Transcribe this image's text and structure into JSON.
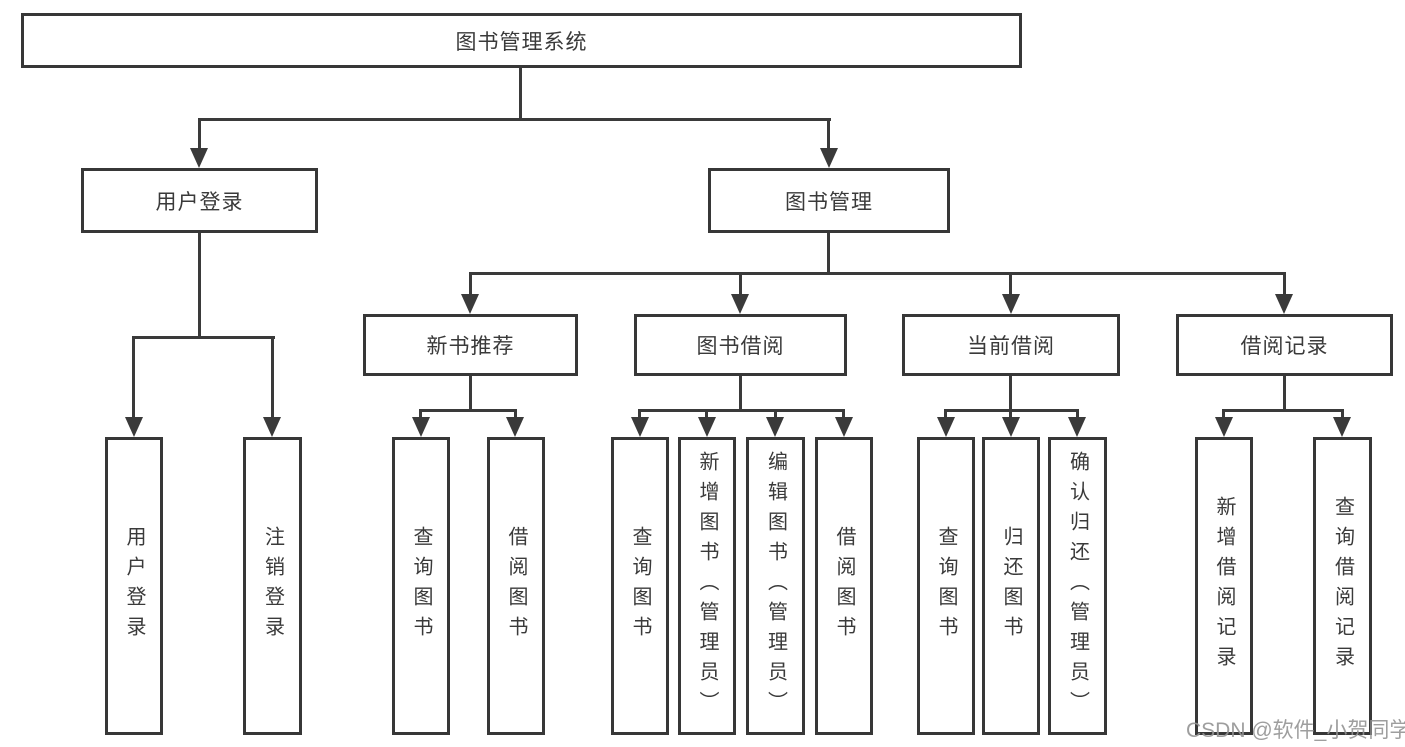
{
  "diagram": {
    "root": {
      "label": "图书管理系统"
    },
    "level2": [
      {
        "label": "用户登录"
      },
      {
        "label": "图书管理"
      }
    ],
    "level3": [
      {
        "label": "新书推荐"
      },
      {
        "label": "图书借阅"
      },
      {
        "label": "当前借阅"
      },
      {
        "label": "借阅记录"
      }
    ],
    "leaves": {
      "user_login": [
        "用户登录",
        "注销登录"
      ],
      "new_book": [
        "查询图书",
        "借阅图书"
      ],
      "book_borrow": [
        "查询图书",
        "新增图书（管理员）",
        "编辑图书（管理员）",
        "借阅图书"
      ],
      "current_borrow": [
        "查询图书",
        "归还图书",
        "确认归还（管理员）"
      ],
      "borrow_record": [
        "新增借阅记录",
        "查询借阅记录"
      ]
    }
  },
  "watermark": {
    "text": "CSDN @软件_小贺同学"
  },
  "colors": {
    "background": "#ffffff",
    "line": "#3a3a3a",
    "box_border": "#373737",
    "text": "#3a3a3a",
    "watermark": "#949494"
  }
}
